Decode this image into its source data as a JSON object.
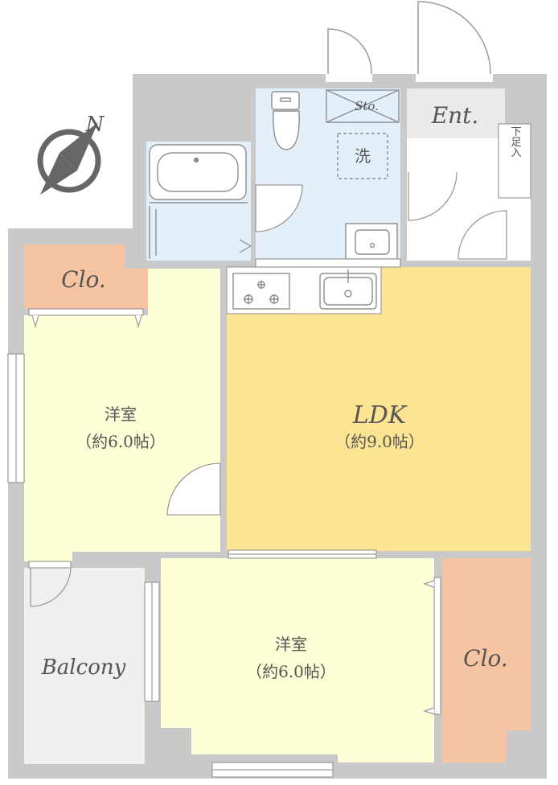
{
  "compass": {
    "north_label": "N"
  },
  "rooms": {
    "western_room_top": {
      "name": "洋室",
      "size": "（約6.0帖）"
    },
    "western_room_bottom": {
      "name": "洋室",
      "size": "（約6.0帖）"
    },
    "ldk": {
      "name": "LDK",
      "size": "（約9.0帖）"
    },
    "closet_top": {
      "name": "Clo."
    },
    "closet_right": {
      "name": "Clo."
    },
    "balcony": {
      "name": "Balcony"
    },
    "entrance": {
      "name": "Ent."
    },
    "storage": {
      "name": "Sto."
    },
    "washer": {
      "name": "洗"
    },
    "shoe_box": {
      "name": "下足入"
    }
  },
  "colors": {
    "wall": "#c9c9c9",
    "ldk": "#fde493",
    "western_room": "#fefed7",
    "closet": "#f6c3a3",
    "wet_area": "#e4f0f9",
    "balcony": "#efefef",
    "entrance": "#ebebeb"
  }
}
